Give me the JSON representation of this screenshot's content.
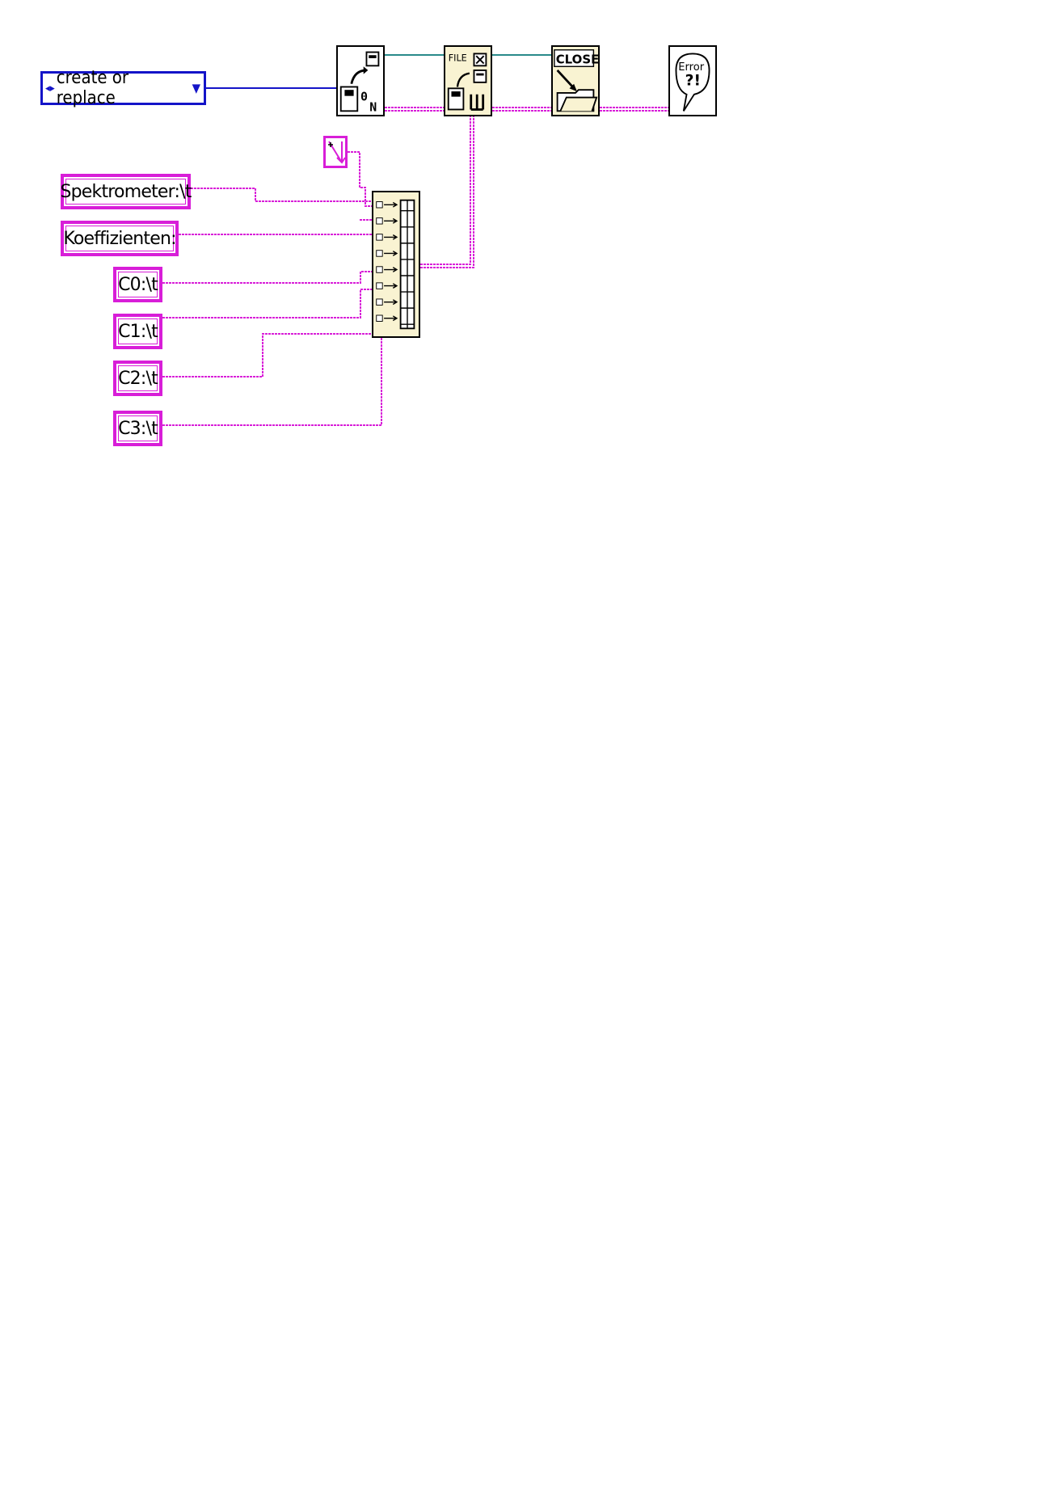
{
  "mode_enum": {
    "value": "create or replace"
  },
  "constants": {
    "spektrometer": "Spektrometer:\\t",
    "koeffizienten": "Koeffizienten:",
    "c0": "C0:\\t",
    "c1": "C1:\\t",
    "c2": "C2:\\t",
    "c3": "C3:\\t"
  },
  "nodes": {
    "write_file": {
      "label": "FILE"
    },
    "close_file": {
      "label": "CLOSE"
    },
    "error_handler": {
      "label": "Error ?!"
    }
  },
  "colors": {
    "string_wire": "#d81ed8",
    "refnum_wire": "#2a8a8a",
    "enum_wire": "#1414c8",
    "node_fill": "#f9f3d2"
  }
}
